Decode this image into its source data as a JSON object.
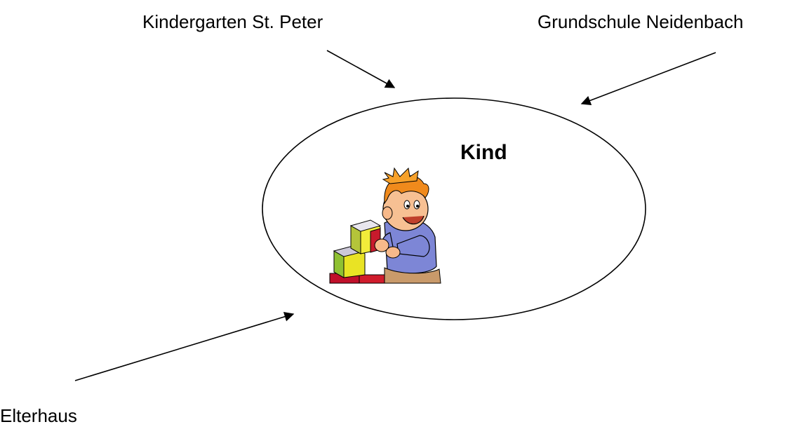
{
  "labels": {
    "kindergarten": "Kindergarten St. Peter",
    "grundschule": "Grundschule Neidenbach",
    "elterhaus": "Elterhaus",
    "center": "Kind"
  },
  "icons": {
    "child": "child-playing-with-blocks-icon"
  },
  "colors": {
    "stroke": "#000000",
    "background": "#ffffff"
  }
}
